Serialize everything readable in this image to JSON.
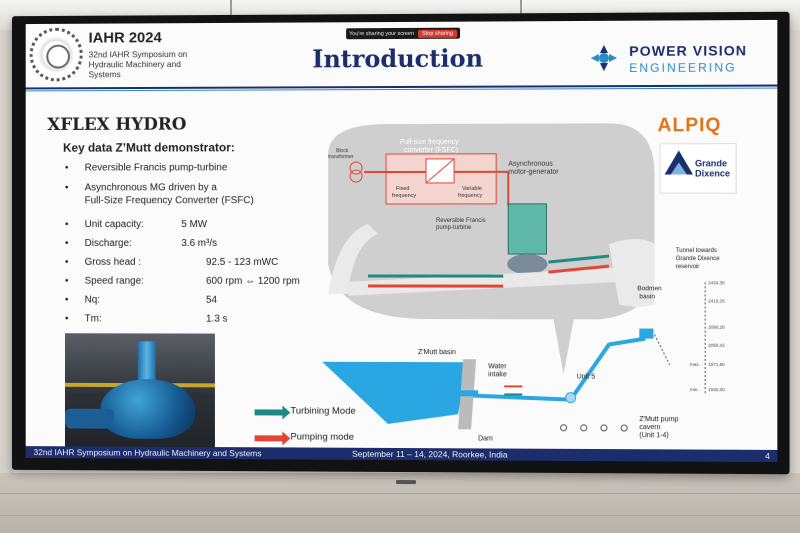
{
  "header": {
    "conference_title": "IAHR 2024",
    "conference_sub_line1": "32nd IAHR Symposium on",
    "conference_sub_line2": "Hydraulic Machinery and",
    "conference_sub_line3": "Systems",
    "slide_title": "Introduction",
    "company_name": "POWER VISION",
    "company_sub": "ENGINEERING"
  },
  "screen_share": {
    "status_text": "You're sharing your screen",
    "stop_label": "Stop sharing"
  },
  "content": {
    "project": "XFLEX HYDRO",
    "heading": "Key data Z’Mutt demonstrator:",
    "bullets": [
      {
        "label": "Reversible Francis pump-turbine",
        "value": ""
      },
      {
        "label": "Asynchronous MG driven by a",
        "label2": "Full-Size Frequency Converter (FSFC)",
        "value": ""
      },
      {
        "label": "Unit capacity:",
        "value": "5 MW"
      },
      {
        "label": "Discharge:",
        "value": "3.6 m³/s"
      },
      {
        "label": "Gross head :",
        "value": "92.5 - 123 mWC"
      },
      {
        "label": "Speed range:",
        "value": "600 rpm ⇔ 1200 rpm"
      },
      {
        "label": "Nq:",
        "value": "54"
      },
      {
        "label": "Tm:",
        "value": "1.3 s"
      }
    ]
  },
  "legend": {
    "turbining": "Turbining Mode",
    "pumping": "Pumping mode",
    "turbining_color": "#1f8a84",
    "pumping_color": "#e14632"
  },
  "diagram": {
    "fsfc_line1": "Full-size frequency",
    "fsfc_line2": "converter (FSFC)",
    "block_transformer_1": "Block",
    "block_transformer_2": "transformer",
    "fixed_freq_1": "Fixed",
    "fixed_freq_2": "frequency",
    "variable_freq_1": "Variable",
    "variable_freq_2": "frequency",
    "motor_gen_1": "Asynchronous",
    "motor_gen_2": "motor-generator",
    "pump_turbine_1": "Reversible Francis",
    "pump_turbine_2": "pump-turbine",
    "tunnel_1": "Tunnel towards",
    "tunnel_2": "Grande Dixence",
    "tunnel_3": "reservoir",
    "bodmen_1": "Bodmen",
    "bodmen_2": "basin",
    "zmutt_basin": "Z'Mutt basin",
    "water_intake_1": "Water",
    "water_intake_2": "intake",
    "unit5": "Unit 5",
    "dam": "Dam",
    "cavern_1": "Z'Mutt pump",
    "cavern_2": "cavern",
    "cavern_3": "(Unit 1-4)",
    "elevations": [
      "2434,35",
      "2419,26",
      "2066,28",
      "2059,42",
      "1971,60",
      "1930,00"
    ],
    "elevation_prefix_max": "max.",
    "elevation_prefix_min": "min."
  },
  "partners": {
    "alpiq": "ALPIQ",
    "grande_1": "Grande",
    "grande_2": "Dixence",
    "alpiq_color": "#e2731a"
  },
  "footer": {
    "left": "32nd IAHR Symposium on Hydraulic Machinery and Systems",
    "center": "September 11 – 14, 2024, Roorkee, India",
    "page": "4"
  }
}
